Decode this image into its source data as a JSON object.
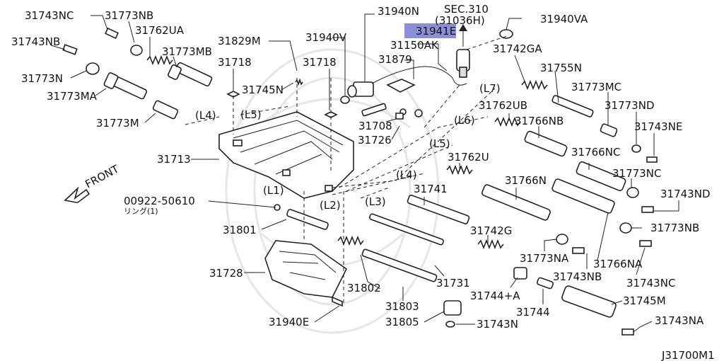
{
  "labels": {
    "l31743NC_top": "31743NC",
    "l31773NB_top": "31773NB",
    "l31762UA": "31762UA",
    "l31743NB_top": "31743NB",
    "l31773MB": "31773MB",
    "l31773N": "31773N",
    "l31773MA": "31773MA",
    "l31773M": "31773M",
    "l31718_a": "31718",
    "l31829M": "31829M",
    "l31745N": "31745N",
    "l31940V": "31940V",
    "l31718_b": "31718",
    "l31940N": "31940N",
    "l31879": "31879",
    "l31150AK": "31150AK",
    "l31941E": "31941E",
    "lSEC": "SEC.310",
    "l31036H": "(31036H)",
    "l31940VA": "31940VA",
    "l31742GA": "31742GA",
    "l31755N": "31755N",
    "l31773MC": "31773MC",
    "l31773ND": "31773ND",
    "l31743NE": "31743NE",
    "l31762UB": "31762UB",
    "l31766NB": "31766NB",
    "l31766NC": "31766NC",
    "l31773NC": "31773NC",
    "l31743ND": "31743ND",
    "l31762U": "31762U",
    "l31766N": "31766N",
    "l31773NB_right": "31773NB",
    "l31741": "31741",
    "l31742G": "31742G",
    "l31773NA": "31773NA",
    "l31766NA": "31766NA",
    "l31743NB_mid": "31743NB",
    "l31743NC_right": "31743NC",
    "l31744A": "31744+A",
    "l31744": "31744",
    "l31745M": "31745M",
    "l31743NA": "31743NA",
    "l31743N": "31743N",
    "l31805": "31805",
    "l31803": "31803",
    "l31731": "31731",
    "l31802": "31802",
    "l31801": "31801",
    "l31728": "31728",
    "l31940E": "31940E",
    "l31713": "31713",
    "l31708": "31708",
    "l31726": "31726",
    "l00922": "00922-50610",
    "lRing": "リング(1)",
    "lFront": "FRONT",
    "lJ": "J31700M1",
    "L1": "(L1)",
    "L2": "(L2)",
    "L3": "(L3)",
    "L4a": "(L4)",
    "L5a": "(L5)",
    "L4b": "(L4)",
    "L5b": "(L5)",
    "L6": "(L6)",
    "L7": "(L7)"
  },
  "highlight_color": "#8b8fd9"
}
